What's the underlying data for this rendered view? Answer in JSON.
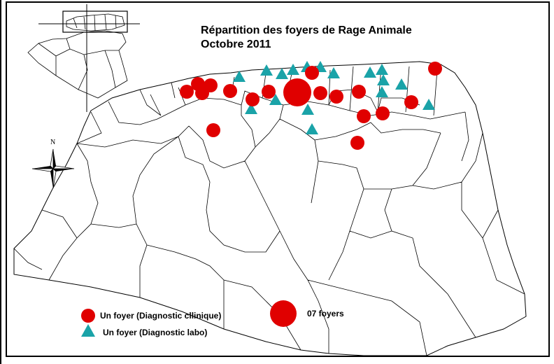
{
  "title": {
    "line1": "Répartition des foyers de Rage Animale",
    "line2": "Octobre 2011"
  },
  "compass": {
    "north_label": "N"
  },
  "legend": {
    "clinical": "Un foyer (Diagnostic cllinique)",
    "lab": "Un foyer (Diagnostic labo)",
    "cluster": "07 foyers"
  },
  "colors": {
    "clinical_marker": "#e00000",
    "lab_marker": "#1aa3a8",
    "borders": "#000000"
  },
  "icons": [
    "compass-rose-icon",
    "inset-locator-map-icon"
  ]
}
